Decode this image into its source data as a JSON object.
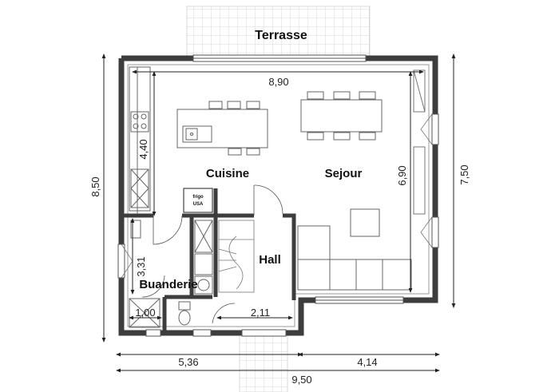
{
  "rooms": {
    "terrasse": "Terrasse",
    "cuisine": "Cuisine",
    "sejour": "Sejour",
    "hall": "Hall",
    "buanderie": "Buanderie"
  },
  "appliances": {
    "fridge_line1": "frigo",
    "fridge_line2": "USA"
  },
  "dimensions": {
    "top_width": "8,90",
    "kitchen_length": "4,40",
    "left_height": "8,50",
    "right_height": "7,50",
    "sejour_depth": "6,90",
    "buanderie_height": "3,31",
    "buanderie_width": "1,00",
    "hall_width": "2,11",
    "bottom_left": "5,36",
    "bottom_right": "4,14",
    "bottom_total": "9,50"
  },
  "colors": {
    "wall": "#3d3d3d",
    "line": "#555555",
    "grid": "#d9d9d9"
  }
}
